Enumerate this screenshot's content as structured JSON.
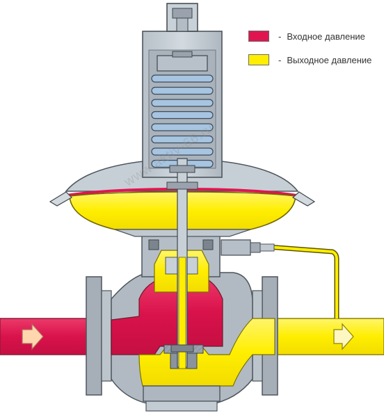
{
  "legend": {
    "items": [
      {
        "label": "Входное давление",
        "dash": "-",
        "color": "#e0154f"
      },
      {
        "label": "Выходное давление",
        "dash": "-",
        "color": "#ffee00"
      }
    ]
  },
  "watermark": "www.aktiv-66.ru",
  "colors": {
    "inlet": "#e0154f",
    "outlet": "#ffee00",
    "metal": "#9aa3ad",
    "metal_dark": "#6e7780",
    "housing": "#c7cfd6",
    "spring": "#a7c4e0",
    "arrow": "#ffd6ae"
  },
  "icons": [
    "flow-arrow-icon"
  ]
}
